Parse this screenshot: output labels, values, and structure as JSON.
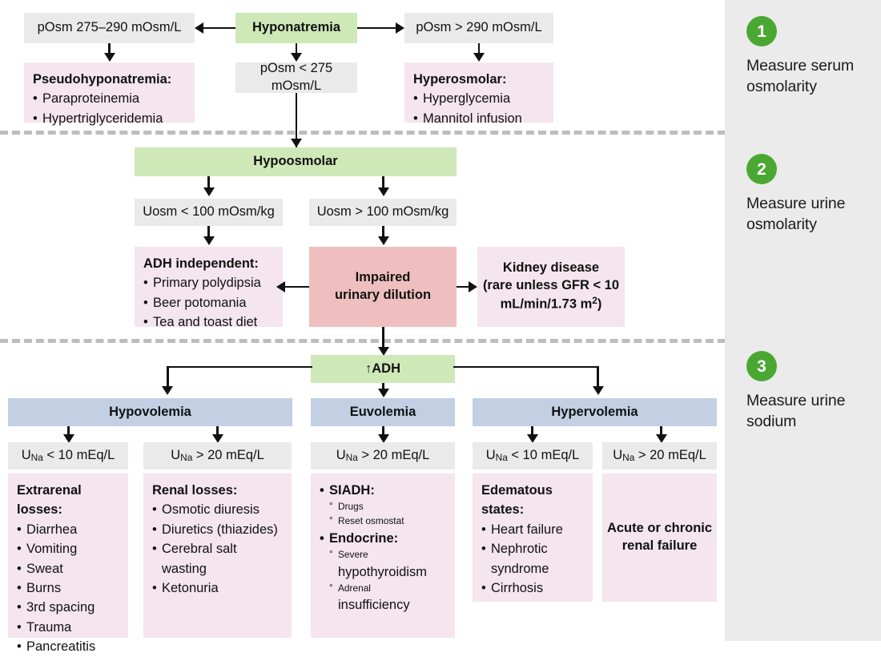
{
  "sidebar": {
    "steps": [
      {
        "number": "1",
        "label": "Measure serum osmolarity"
      },
      {
        "number": "2",
        "label": "Measure urine osmolarity"
      },
      {
        "number": "3",
        "label": "Measure urine sodium"
      }
    ],
    "badge_color": "#4aa832",
    "background": "#ebebeb"
  },
  "colors": {
    "green": "#cfe8b8",
    "gray": "#eaeaea",
    "pink": "#f4e5ee",
    "blue": "#c3cfe3",
    "salmon": "#efbfbf",
    "line": "#111111",
    "divider": "#bdbdbd"
  },
  "step1": {
    "root": "Hyponatremia",
    "left_test": "pOsm 275–290 mOsm/L",
    "right_test": "pOsm > 290 mOsm/L",
    "center_test": "pOsm < 275 mOsm/L",
    "pseudo": {
      "header": "Pseudohyponatremia:",
      "items": [
        "Paraproteinemia",
        "Hypertriglyceridemia"
      ]
    },
    "hyperosmolar": {
      "header": "Hyperosmolar:",
      "items": [
        "Hyperglycemia",
        "Mannitol infusion"
      ]
    }
  },
  "step2": {
    "root": "Hypoosmolar",
    "left_test": "Uosm < 100 mOsm/kg",
    "right_test": "Uosm > 100 mOsm/kg",
    "adh_independent": {
      "header": "ADH independent:",
      "items": [
        "Primary polydipsia",
        "Beer potomania",
        "Tea and toast diet"
      ]
    },
    "impaired": {
      "line1": "Impaired",
      "line2": "urinary dilution"
    },
    "kidney": {
      "line1": "Kidney disease",
      "line2": "(rare unless GFR < 10",
      "line3_pre": "mL/min/1.73 m",
      "line3_sup": "2",
      "line3_post": ")"
    }
  },
  "step3": {
    "root": "ADH",
    "root_arrow": "↑",
    "columns": [
      {
        "name": "Hypovolemia",
        "subcolumns": [
          {
            "test": {
              "pre": "U",
              "sub": "Na",
              "post": " < 10 mEq/L"
            },
            "header": "Extrarenal losses:",
            "items": [
              "Diarrhea",
              "Vomiting",
              "Sweat",
              "Burns",
              "3rd spacing",
              "Trauma",
              "Pancreatitis"
            ]
          },
          {
            "test": {
              "pre": "U",
              "sub": "Na",
              "post": " > 20 mEq/L"
            },
            "header": "Renal losses:",
            "items": [
              "Osmotic diuresis",
              "Diuretics (thiazides)",
              "Cerebral salt wasting",
              "Ketonuria"
            ]
          }
        ]
      },
      {
        "name": "Euvolemia",
        "subcolumns": [
          {
            "test": {
              "pre": "U",
              "sub": "Na",
              "post": " > 20 mEq/L"
            },
            "entries": [
              {
                "text": "SIADH:",
                "type": "bullet-bold"
              },
              {
                "text": "Drugs",
                "type": "circle"
              },
              {
                "text": "Reset osmostat",
                "type": "circle"
              },
              {
                "text": "Endocrine:",
                "type": "bullet-bold"
              },
              {
                "text": "Severe",
                "type": "circle"
              },
              {
                "text": "hypothyroidism",
                "type": "cont"
              },
              {
                "text": "Adrenal",
                "type": "circle"
              },
              {
                "text": "insufficiency",
                "type": "cont"
              }
            ]
          }
        ]
      },
      {
        "name": "Hypervolemia",
        "subcolumns": [
          {
            "test": {
              "pre": "U",
              "sub": "Na",
              "post": " < 10 mEq/L"
            },
            "header": "Edematous states:",
            "items": [
              "Heart failure",
              "Nephrotic",
              "syndrome",
              "Cirrhosis"
            ]
          },
          {
            "test": {
              "pre": "U",
              "sub": "Na",
              "post": " > 20 mEq/L"
            },
            "plain": {
              "line1": "Acute or chronic",
              "line2": "renal failure"
            }
          }
        ]
      }
    ]
  }
}
